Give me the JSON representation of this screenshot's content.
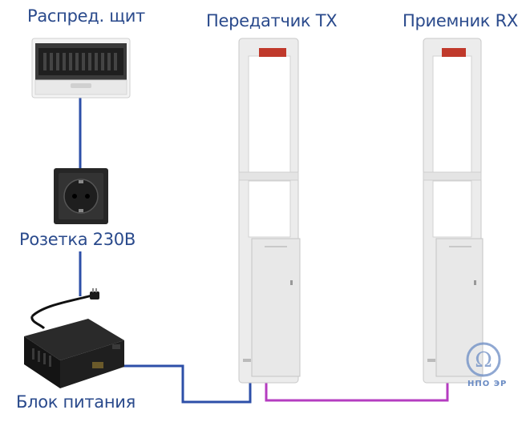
{
  "labels": {
    "panel": "Распред. щит",
    "transmitter": "Передатчик TX",
    "receiver": "Приемник RX",
    "socket": "Розетка 230В",
    "power_supply": "Блок питания"
  },
  "logo": {
    "text": "НПО ЭР",
    "icon": "omega-logo-icon"
  },
  "colors": {
    "label_text": "#2a4a8c",
    "power_wire": "#2d4fa8",
    "signal_wire": "#b53cc0",
    "antenna_frame": "#ededed",
    "antenna_alarm_light": "#c0392b",
    "socket_body": "#2b2b2b",
    "psu_body": "#1c1c1c",
    "logo": "#6b8cc4"
  }
}
